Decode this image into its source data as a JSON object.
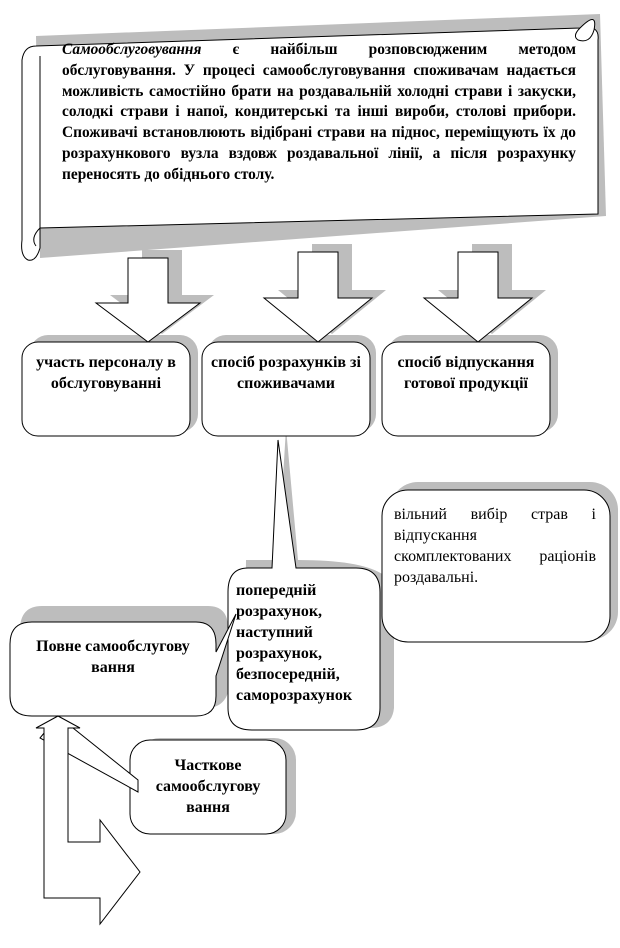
{
  "scroll": {
    "lead": "Самообслуговування",
    "body": " є найбільш розповсюдженим методом обслуговування. У процесі самообслуговування споживачам надається можливість самостійно брати на роздавальній холодні страви і закуски, солодкі страви і напої, кондитерські та інші вироби, столові прибори. Споживачі встановлюють відібрані страви на піднос, переміщують їх до розрахункового вузла вздовж роздавальної лінії, а після розрахунку переносять до обіднього столу."
  },
  "boxes": {
    "staff": "участь персоналу в обслуговуванні",
    "payment": "спосіб розрахунків зі споживачами",
    "dispensing": "спосіб відпускання готової продукції",
    "free_choice": "вільний вибір страв і відпускання скомплектованих раціонів роздавальні.",
    "payment_methods": "попередній розрахунок, наступний розрахунок, безпосередній, саморозрахунок",
    "full": "Повне самообслугову вання",
    "partial": "Часткове самообслугову вання"
  },
  "colors": {
    "shadow": "#bdbdbd",
    "stroke": "#000000",
    "fill": "#ffffff"
  }
}
